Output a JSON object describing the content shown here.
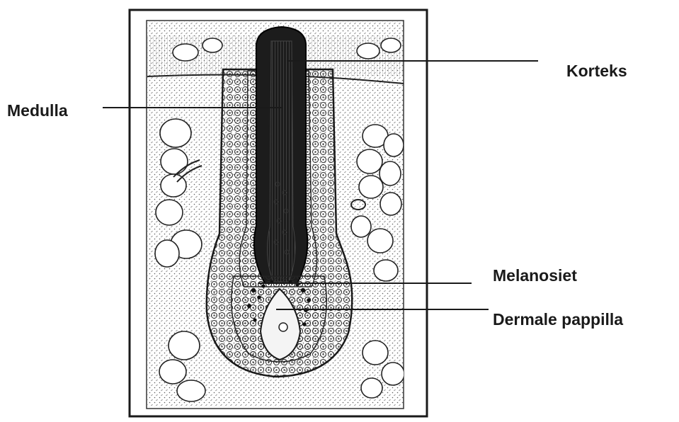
{
  "labels": {
    "korteks": "Korteks",
    "medulla": "Medulla",
    "melanosiet": "Melanosiet",
    "dermale_pappilla": "Dermale pappilla"
  },
  "figure": {
    "subject": "hair-follicle-cross-section",
    "ink_color": "#1a1a1a",
    "background": "#ffffff"
  }
}
